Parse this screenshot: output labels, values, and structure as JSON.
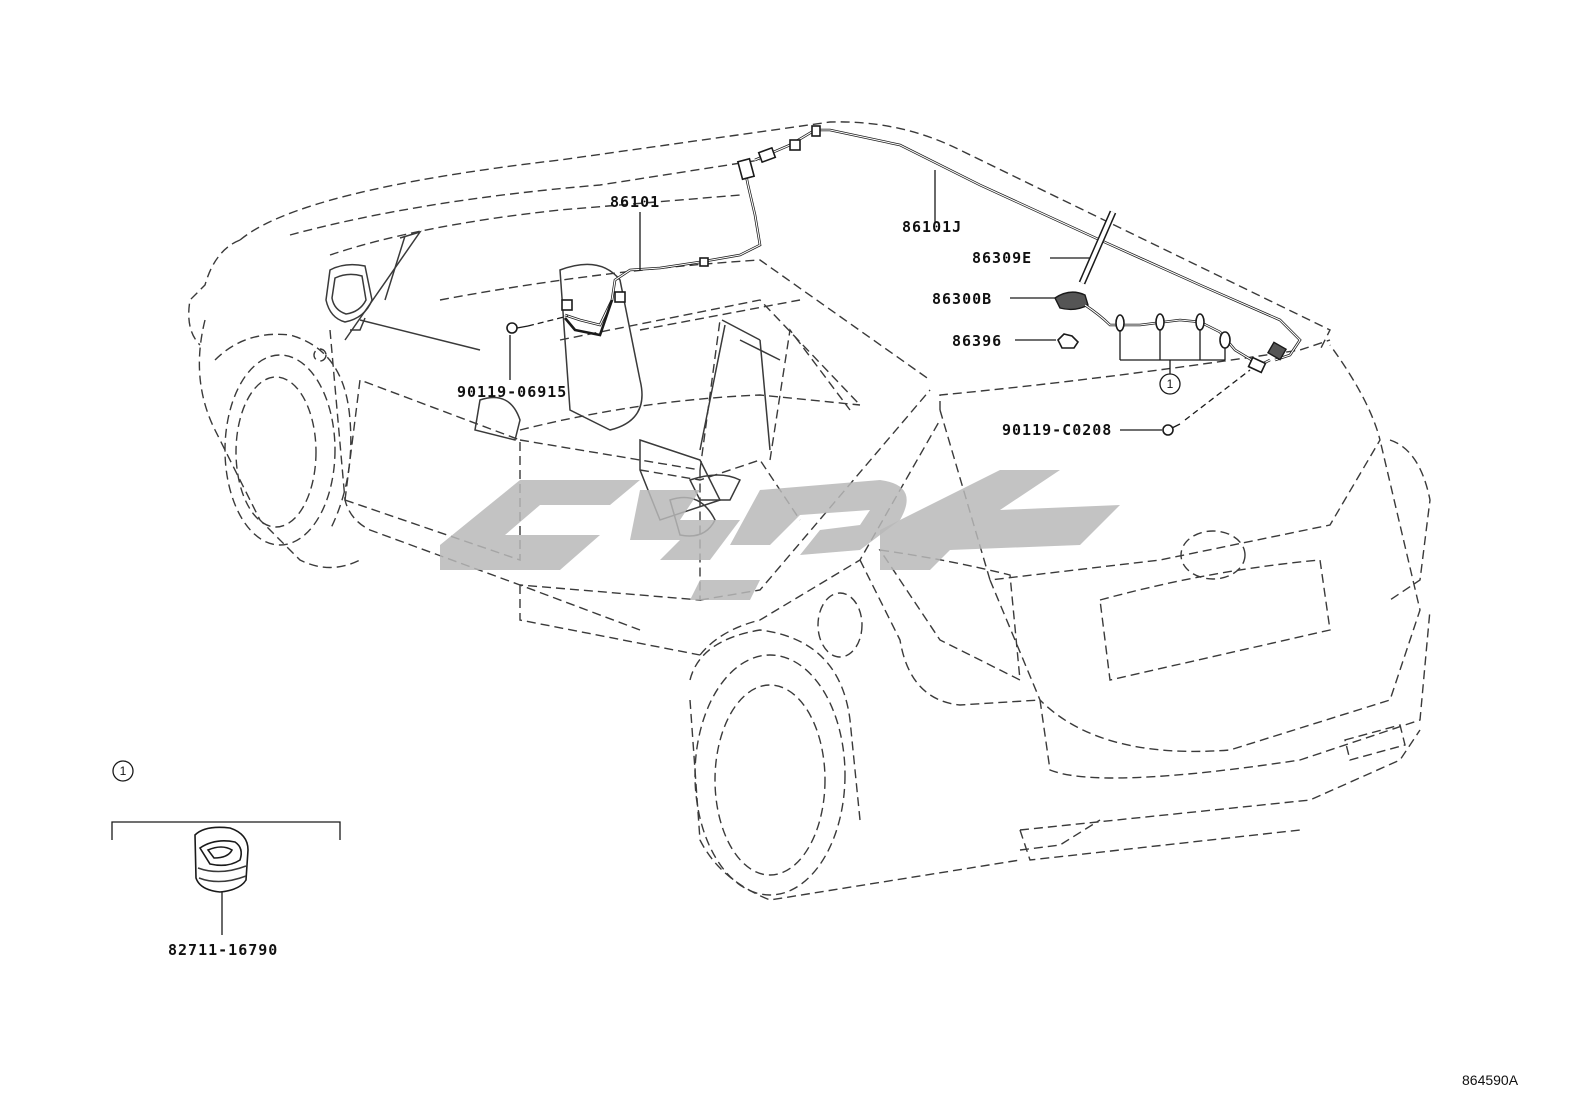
{
  "diagram": {
    "parts": [
      {
        "id": "86101",
        "label": "86101"
      },
      {
        "id": "86101J",
        "label": "86101J"
      },
      {
        "id": "86309E",
        "label": "86309E"
      },
      {
        "id": "86300B",
        "label": "86300B"
      },
      {
        "id": "86396",
        "label": "86396"
      },
      {
        "id": "90119-06915",
        "label": "90119-06915"
      },
      {
        "id": "90119-C0208",
        "label": "90119-C0208"
      },
      {
        "id": "82711-16790",
        "label": "82711-16790"
      }
    ],
    "callouts": [
      {
        "id": "harness-clamp-group",
        "number": "1"
      },
      {
        "id": "detail-inset",
        "number": "1"
      }
    ],
    "reference_code": "864590A",
    "watermark_icon": "brand-logo-watermark"
  }
}
